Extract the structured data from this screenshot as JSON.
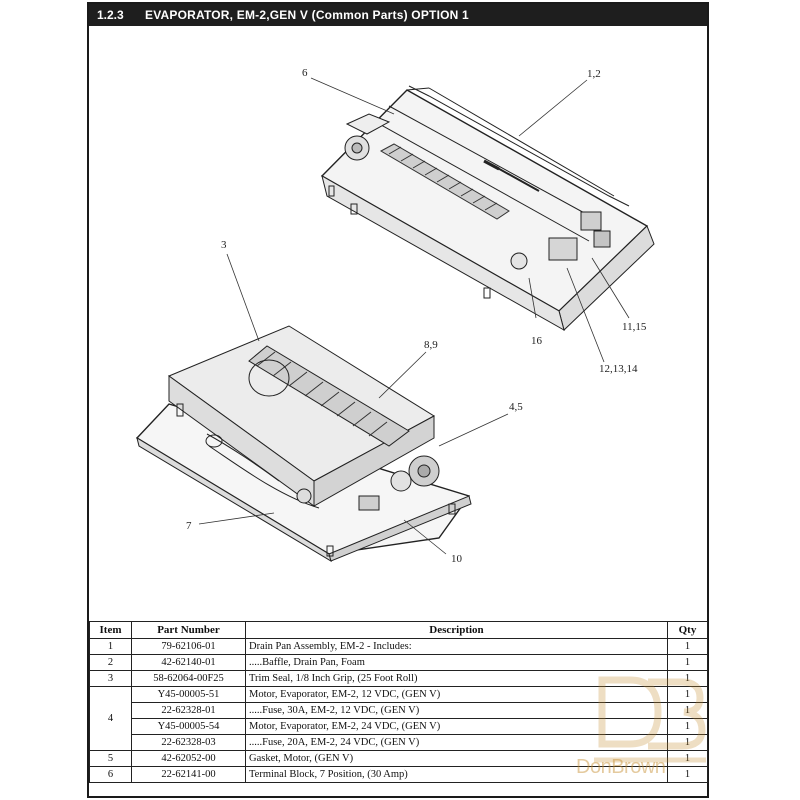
{
  "section": {
    "number": "1.2.3",
    "title": "EVAPORATOR, EM-2,GEN V (Common Parts) OPTION 1"
  },
  "callouts": {
    "c6": "6",
    "c12": "1,2",
    "c3": "3",
    "c89": "8,9",
    "c16": "16",
    "c1115": "11,15",
    "c121314": "12,13,14",
    "c45": "4,5",
    "c7": "7",
    "c10": "10"
  },
  "table": {
    "headers": {
      "item": "Item",
      "part": "Part Number",
      "desc": "Description",
      "qty": "Qty"
    },
    "rows": [
      {
        "item": "1",
        "part": "79-62106-01",
        "desc": "Drain Pan Assembly, EM-2 - Includes:",
        "qty": "1"
      },
      {
        "item": "2",
        "part": "42-62140-01",
        "desc": ".....Baffle, Drain Pan, Foam",
        "qty": "1"
      },
      {
        "item": "3",
        "part": "58-62064-00F25",
        "desc": "Trim Seal, 1/8 Inch Grip, (25 Foot Roll)",
        "qty": "1"
      },
      {
        "item": "4",
        "part": "Y45-00005-51",
        "desc": "Motor, Evaporator, EM-2, 12 VDC, (GEN V)",
        "qty": "1"
      },
      {
        "item": "",
        "part": "22-62328-01",
        "desc": ".....Fuse, 30A, EM-2, 12 VDC, (GEN V)",
        "qty": "1"
      },
      {
        "item": "",
        "part": "Y45-00005-54",
        "desc": "Motor, Evaporator, EM-2, 24 VDC, (GEN V)",
        "qty": "1"
      },
      {
        "item": "",
        "part": "22-62328-03",
        "desc": ".....Fuse, 20A, EM-2, 24 VDC, (GEN V)",
        "qty": "1"
      },
      {
        "item": "5",
        "part": "42-62052-00",
        "desc": "Gasket, Motor, (GEN V)",
        "qty": "1"
      },
      {
        "item": "6",
        "part": "22-62141-00",
        "desc": "Terminal Block, 7 Position, (30 Amp)",
        "qty": "1"
      }
    ]
  },
  "watermark": {
    "text": "DonBrown",
    "color": "#c58b2b"
  }
}
